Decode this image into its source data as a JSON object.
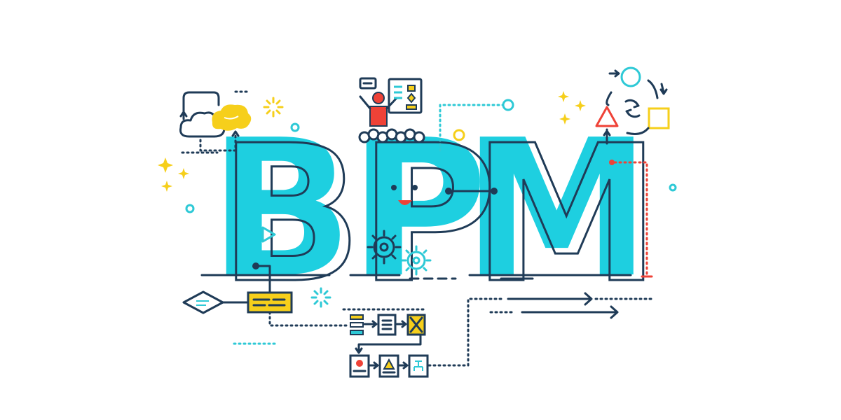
{
  "illustration": {
    "word": "BPM",
    "letters": [
      "B",
      "P",
      "M"
    ]
  },
  "colors": {
    "letter_fill": "#1ecfe0",
    "outline": "#1f3b57",
    "accent_yellow": "#f6cf1b",
    "accent_red": "#ef4237",
    "accent_cyan": "#2ec9d6",
    "background": "#ffffff"
  },
  "icons": [
    "cloud-brain-icon",
    "presenter-icon",
    "cycle-diagram-icon",
    "gear-icon",
    "decision-diamond-icon",
    "flowchart-icon",
    "sparkle-icon",
    "play-icon",
    "smiley-face-icon",
    "arrow-icon"
  ]
}
